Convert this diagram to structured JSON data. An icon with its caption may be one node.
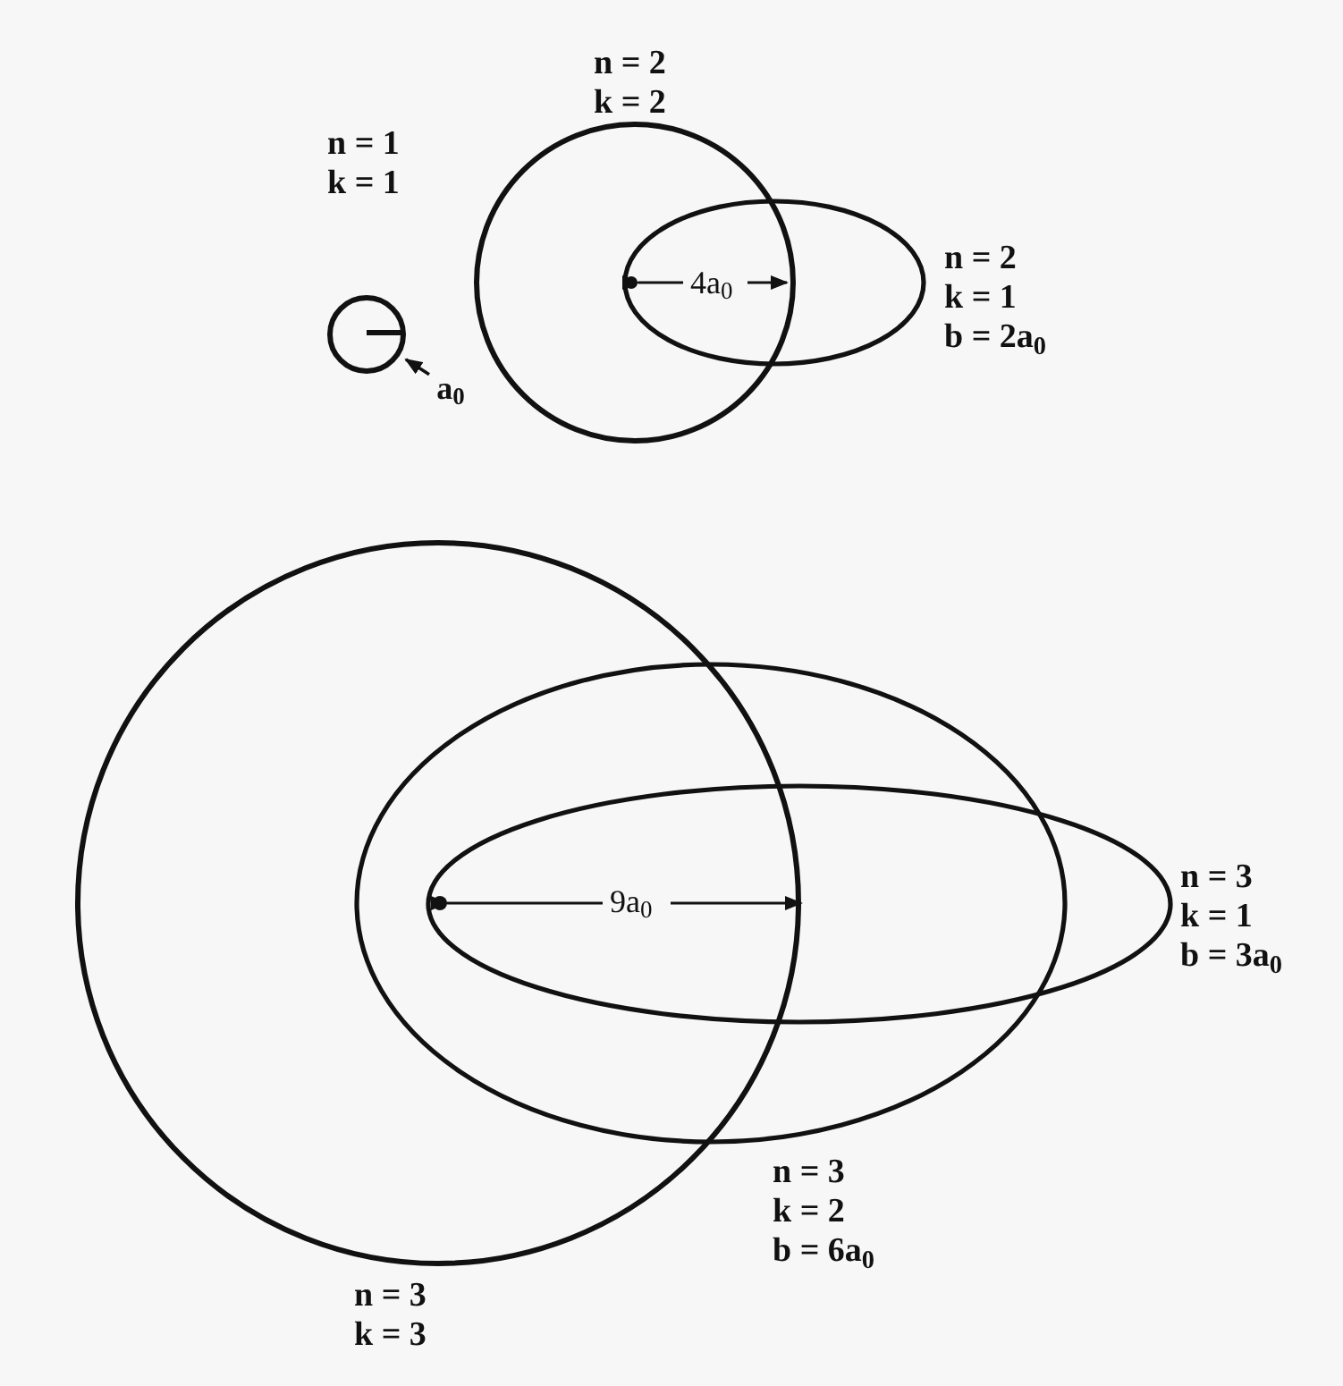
{
  "diagram": {
    "nodes": [
      {
        "text": [],
        "shape": "circle",
        "beside": [
          "n = 1",
          "k = 1"
        ]
      },
      {
        "text": [],
        "shape": "circle",
        "beside": [
          "n = 2",
          "k = 2"
        ]
      },
      {
        "text": [],
        "shape": "ellipse",
        "beside": [
          "n = 2",
          "k = 1",
          "b = 2a$_{0}$"
        ]
      },
      {
        "text": [],
        "shape": "circle",
        "beside": [
          "n = 3",
          "k = 3"
        ]
      },
      {
        "text": [],
        "shape": "ellipse",
        "beside": [
          "n = 3",
          "k = 2",
          "b = 6a$_{0}$"
        ]
      },
      {
        "text": [],
        "shape": "ellipse",
        "beside": [
          "n = 3",
          "k = 1",
          "b = 3a$_{0}$"
        ]
      },
      {
        "text": [
          "a$_{0}$"
        ]
      }
    ],
    "edges": [
      {
        "from": 6,
        "to": 0,
        "arrow": "to"
      }
    ],
    "labels": [
      "4a$_{0}$",
      "9a$_{0}$"
    ]
  }
}
